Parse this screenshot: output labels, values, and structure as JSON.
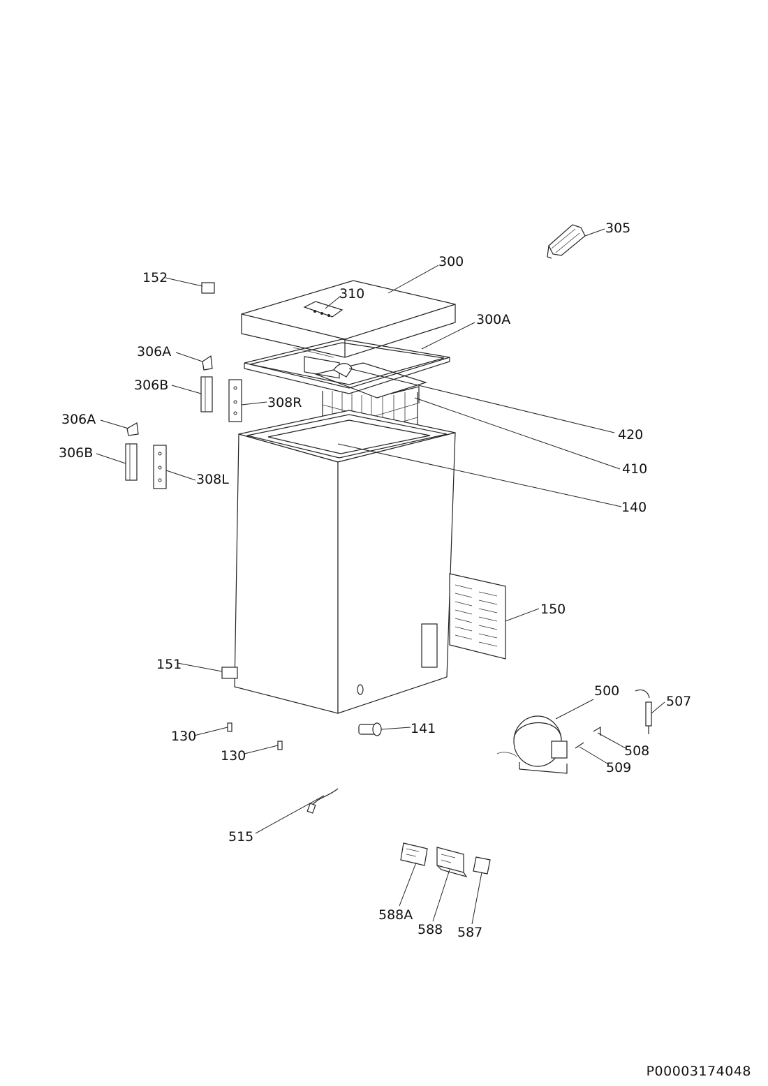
{
  "document_id": "P00003174048",
  "labels": {
    "305": "305",
    "300": "300",
    "152": "152",
    "310": "310",
    "300A": "300A",
    "306A_top": "306A",
    "306B_top": "306B",
    "308R": "308R",
    "306A_bottom": "306A",
    "306B_bottom": "306B",
    "308L": "308L",
    "420": "420",
    "410": "410",
    "140": "140",
    "150": "150",
    "151": "151",
    "500": "500",
    "507": "507",
    "141": "141",
    "508": "508",
    "130_a": "130",
    "130_b": "130",
    "509": "509",
    "515": "515",
    "588A": "588A",
    "588": "588",
    "587": "587"
  }
}
